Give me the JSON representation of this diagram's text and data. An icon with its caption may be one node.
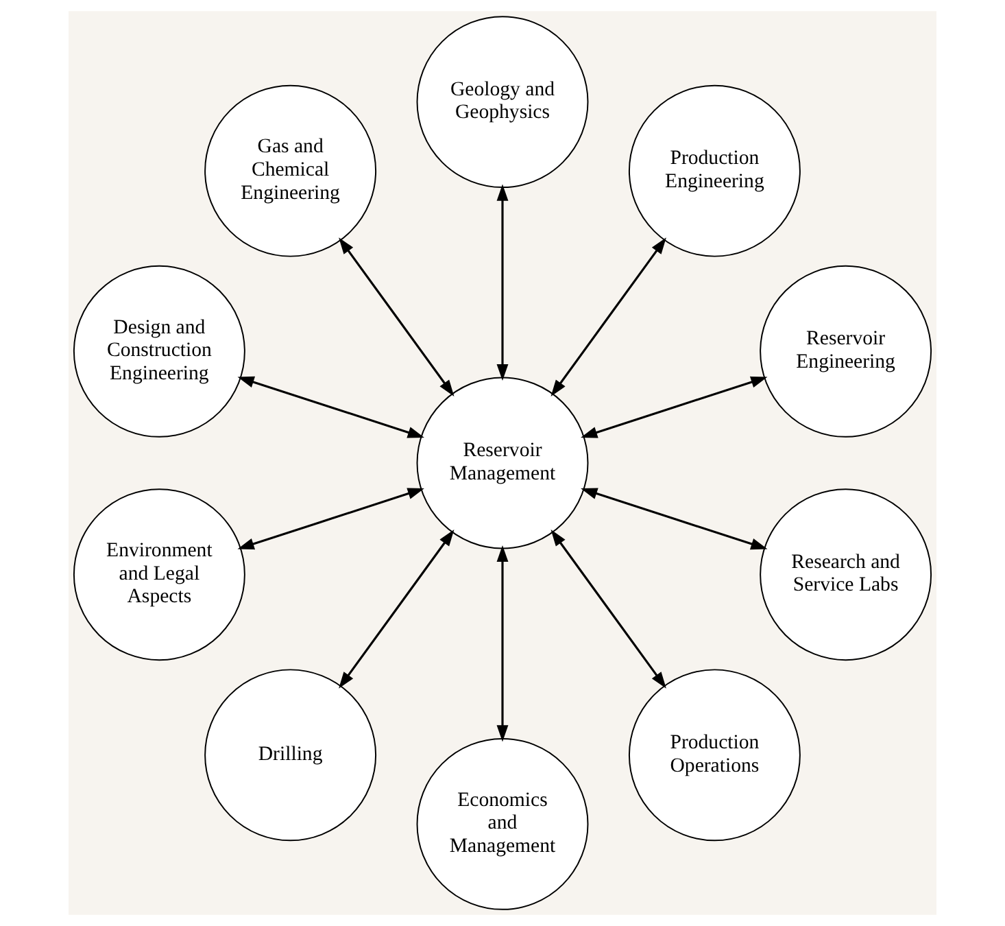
{
  "diagram": {
    "nodes": [
      {
        "text": [
          "Reservoir Engineering"
        ]
      },
      {
        "text": [
          "Production Engineering"
        ]
      },
      {
        "text": [
          "Geology and Geophysics"
        ]
      },
      {
        "text": [
          "Gas and Chemical Engineering"
        ]
      },
      {
        "text": [
          "Design and Construction Engineering"
        ]
      },
      {
        "text": [
          "Reservoir Management"
        ]
      },
      {
        "text": [
          "Environment and Legal Aspects"
        ]
      },
      {
        "text": [
          "Drilling"
        ]
      },
      {
        "text": [
          "Economics and Management"
        ]
      },
      {
        "text": [
          "Production Operations"
        ]
      },
      {
        "text": [
          "Research and Service Labs"
        ]
      }
    ],
    "edges": [
      {
        "from": 5,
        "to": 0,
        "arrow": "both"
      },
      {
        "from": 5,
        "to": 1,
        "arrow": "both"
      },
      {
        "from": 5,
        "to": 3,
        "arrow": "both"
      },
      {
        "from": 5,
        "to": 6,
        "arrow": "both"
      },
      {
        "from": 5,
        "to": 8,
        "arrow": "both"
      },
      {
        "from": 5,
        "to": 10,
        "arrow": "both"
      },
      {
        "from": 5,
        "to": 9,
        "arrow": "both"
      },
      {
        "from": 5,
        "to": 7,
        "arrow": "both"
      },
      {
        "from": 5,
        "to": 4,
        "arrow": "both"
      },
      {
        "from": 5,
        "to": 2,
        "arrow": "both"
      }
    ]
  }
}
